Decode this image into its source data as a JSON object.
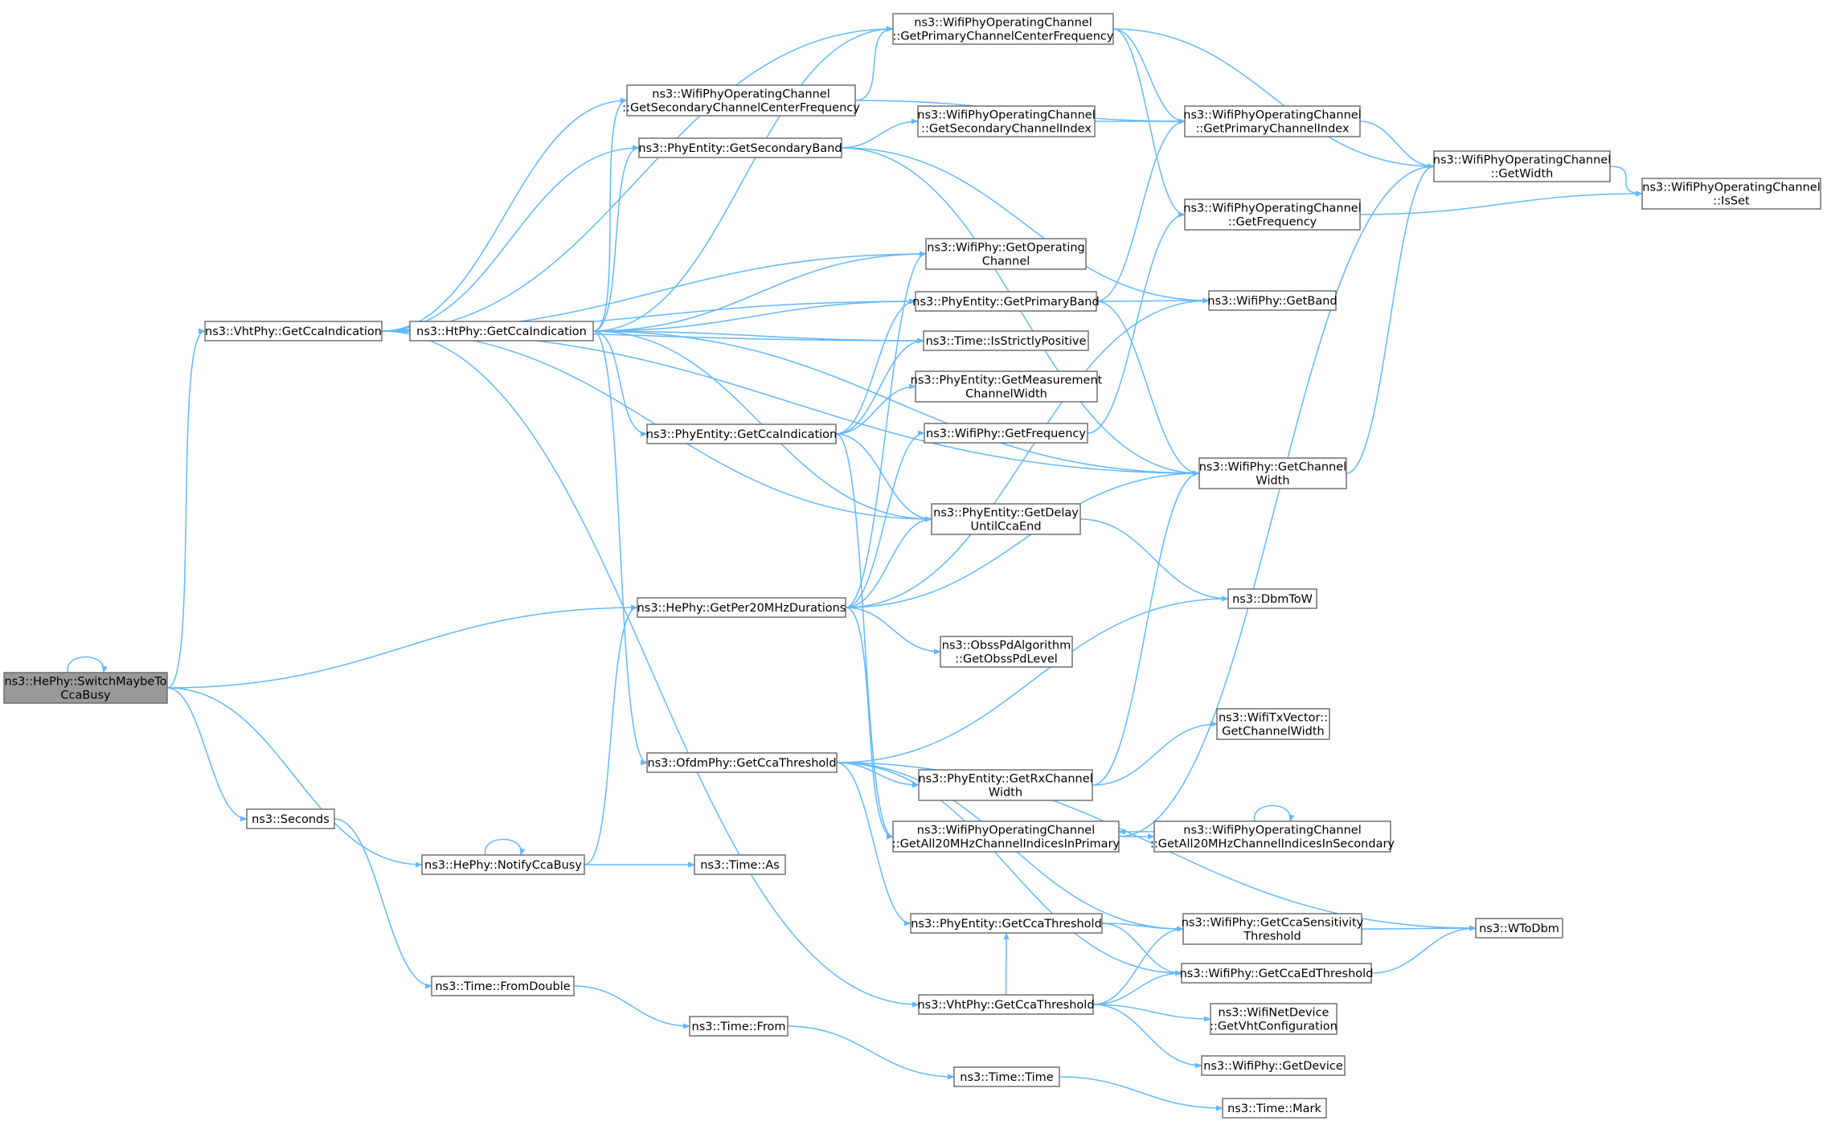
{
  "title": "",
  "nodes": {
    "root": [
      "ns3::HePhy::SwitchMaybeTo",
      "CcaBusy"
    ],
    "vht_getcca": [
      "ns3::VhtPhy::GetCcaIndication"
    ],
    "ht_getcca": [
      "ns3::HtPhy::GetCcaIndication"
    ],
    "seconds": [
      "ns3::Seconds"
    ],
    "notify": [
      "ns3::HePhy::NotifyCcaBusy"
    ],
    "from_double": [
      "ns3::Time::FromDouble"
    ],
    "time_from": [
      "ns3::Time::From"
    ],
    "time_time": [
      "ns3::Time::Time"
    ],
    "time_mark": [
      "ns3::Time::Mark"
    ],
    "time_as": [
      "ns3::Time::As"
    ],
    "sec_center": [
      "ns3::WifiPhyOperatingChannel",
      "::GetSecondaryChannelCenterFrequency"
    ],
    "sec_band": [
      "ns3::PhyEntity::GetSecondaryBand"
    ],
    "phyentity_getcca": [
      "ns3::PhyEntity::GetCcaIndication"
    ],
    "per20": [
      "ns3::HePhy::GetPer20MHzDurations"
    ],
    "ofdm_thr": [
      "ns3::OfdmPhy::GetCcaThreshold"
    ],
    "prim_center": [
      "ns3::WifiPhyOperatingChannel",
      "::GetPrimaryChannelCenterFrequency"
    ],
    "sec_index": [
      "ns3::WifiPhyOperatingChannel",
      "::GetSecondaryChannelIndex"
    ],
    "get_op_chan": [
      "ns3::WifiPhy::GetOperating",
      "Channel"
    ],
    "prim_band": [
      "ns3::PhyEntity::GetPrimaryBand"
    ],
    "strictly_pos": [
      "ns3::Time::IsStrictlyPositive"
    ],
    "meas_width": [
      "ns3::PhyEntity::GetMeasurement",
      "ChannelWidth"
    ],
    "wifiphy_freq": [
      "ns3::WifiPhy::GetFrequency"
    ],
    "delay_cca": [
      "ns3::PhyEntity::GetDelay",
      "UntilCcaEnd"
    ],
    "obss": [
      "ns3::ObssPdAlgorithm",
      "::GetObssPdLevel"
    ],
    "rx_width": [
      "ns3::PhyEntity::GetRxChannel",
      "Width"
    ],
    "all20_prim": [
      "ns3::WifiPhyOperatingChannel",
      "::GetAll20MHzChannelIndicesInPrimary"
    ],
    "pe_thr": [
      "ns3::PhyEntity::GetCcaThreshold"
    ],
    "vht_thr": [
      "ns3::VhtPhy::GetCcaThreshold"
    ],
    "prim_index": [
      "ns3::WifiPhyOperatingChannel",
      "::GetPrimaryChannelIndex"
    ],
    "opchan_freq": [
      "ns3::WifiPhyOperatingChannel",
      "::GetFrequency"
    ],
    "get_band": [
      "ns3::WifiPhy::GetBand"
    ],
    "chan_width": [
      "ns3::WifiPhy::GetChannel",
      "Width"
    ],
    "dbm_to_w": [
      "ns3::DbmToW"
    ],
    "txvec_width": [
      "ns3::WifiTxVector::",
      "GetChannelWidth"
    ],
    "all20_sec": [
      "ns3::WifiPhyOperatingChannel",
      "::GetAll20MHzChannelIndicesInSecondary"
    ],
    "cca_sens": [
      "ns3::WifiPhy::GetCcaSensitivity",
      "Threshold"
    ],
    "cca_ed": [
      "ns3::WifiPhy::GetCcaEdThreshold"
    ],
    "vht_config": [
      "ns3::WifiNetDevice",
      "::GetVhtConfiguration"
    ],
    "get_device": [
      "ns3::WifiPhy::GetDevice"
    ],
    "op_width": [
      "ns3::WifiPhyOperatingChannel",
      "::GetWidth"
    ],
    "is_set": [
      "ns3::WifiPhyOperatingChannel",
      "::IsSet"
    ],
    "w_to_dbm": [
      "ns3::WToDbm"
    ]
  },
  "colors": {
    "edge": "#63b8ff",
    "node_border": "#666666",
    "root_fill": "#999999",
    "node_fill": "#ffffff"
  }
}
